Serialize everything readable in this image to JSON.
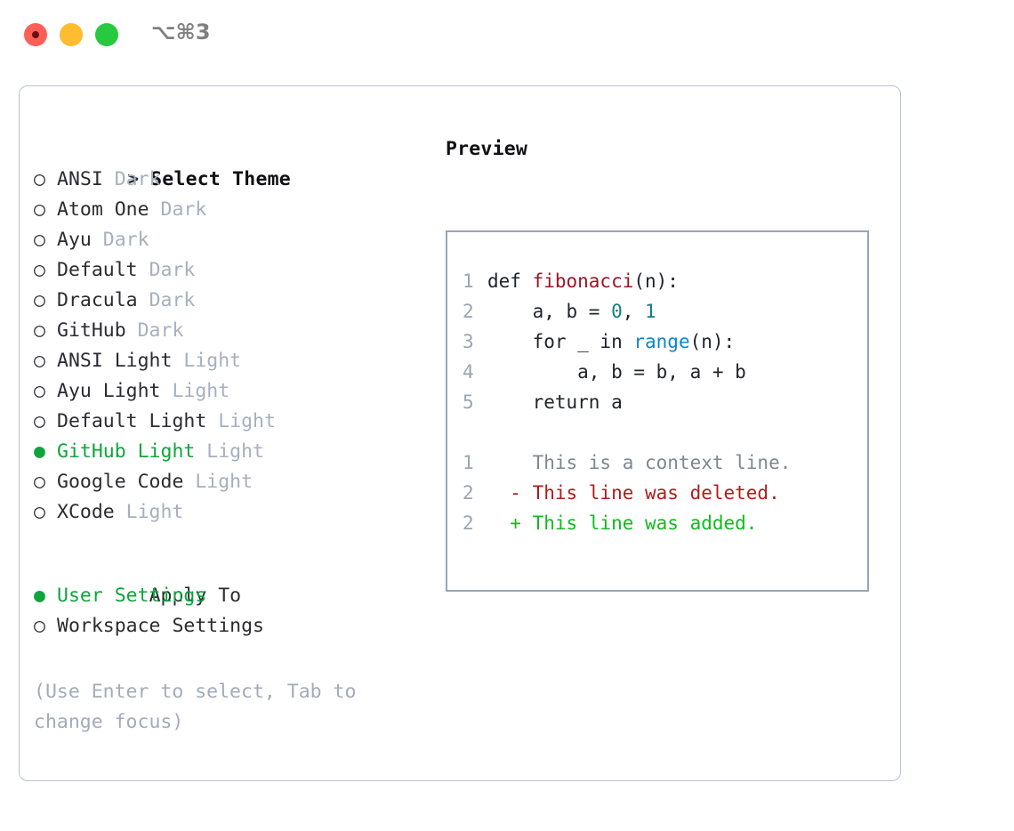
{
  "window": {
    "shortcut": "⌥⌘3",
    "traffic_lights": [
      {
        "name": "close",
        "color": "#ff5f57"
      },
      {
        "name": "minimize",
        "color": "#febc2e"
      },
      {
        "name": "maximize",
        "color": "#28c840"
      }
    ]
  },
  "accent": {
    "selected_green": "#0ea53c",
    "muted_gray": "#a7b0be",
    "hint_gray": "#a2abbb",
    "panel_border": "#b9c2cf",
    "code_border": "#98a5b5"
  },
  "theme_picker": {
    "heading": "Select Theme",
    "heading_prefix": ">",
    "bullet_unselected": "○",
    "bullet_selected": "●",
    "items": [
      {
        "label": "ANSI",
        "variant": "Dark",
        "selected": false
      },
      {
        "label": "Atom One",
        "variant": "Dark",
        "selected": false
      },
      {
        "label": "Ayu",
        "variant": "Dark",
        "selected": false
      },
      {
        "label": "Default",
        "variant": "Dark",
        "selected": false
      },
      {
        "label": "Dracula",
        "variant": "Dark",
        "selected": false
      },
      {
        "label": "GitHub",
        "variant": "Dark",
        "selected": false
      },
      {
        "label": "ANSI Light",
        "variant": "Light",
        "selected": false
      },
      {
        "label": "Ayu Light",
        "variant": "Light",
        "selected": false
      },
      {
        "label": "Default Light",
        "variant": "Light",
        "selected": false
      },
      {
        "label": "GitHub Light",
        "variant": "Light",
        "selected": true
      },
      {
        "label": "Google Code",
        "variant": "Light",
        "selected": false
      },
      {
        "label": "XCode",
        "variant": "Light",
        "selected": false
      }
    ]
  },
  "apply_to": {
    "heading": "Apply To",
    "items": [
      {
        "label": "User Settings",
        "selected": true
      },
      {
        "label": "Workspace Settings",
        "selected": false
      }
    ]
  },
  "hint": "(Use Enter to select, Tab to change focus)",
  "preview": {
    "title": "Preview",
    "code_lines": [
      {
        "num": "1",
        "parts": [
          {
            "t": "def ",
            "c": "plain"
          },
          {
            "t": "fibonacci",
            "c": "fn"
          },
          {
            "t": "(n):",
            "c": "plain"
          }
        ]
      },
      {
        "num": "2",
        "parts": [
          {
            "t": "    a, b = ",
            "c": "plain"
          },
          {
            "t": "0",
            "c": "num"
          },
          {
            "t": ", ",
            "c": "plain"
          },
          {
            "t": "1",
            "c": "num"
          }
        ]
      },
      {
        "num": "3",
        "parts": [
          {
            "t": "    for _ in ",
            "c": "plain"
          },
          {
            "t": "range",
            "c": "call"
          },
          {
            "t": "(n):",
            "c": "plain"
          }
        ]
      },
      {
        "num": "4",
        "parts": [
          {
            "t": "        a, b = b, a + b",
            "c": "plain"
          }
        ]
      },
      {
        "num": "5",
        "parts": [
          {
            "t": "    return a",
            "c": "plain"
          }
        ]
      }
    ],
    "diff_lines": [
      {
        "num": "1",
        "marker": " ",
        "text": "This is a context line.",
        "kind": "ctx"
      },
      {
        "num": "2",
        "marker": "-",
        "text": "This line was deleted.",
        "kind": "del"
      },
      {
        "num": "2",
        "marker": "+",
        "text": "This line was added.",
        "kind": "add"
      }
    ]
  }
}
